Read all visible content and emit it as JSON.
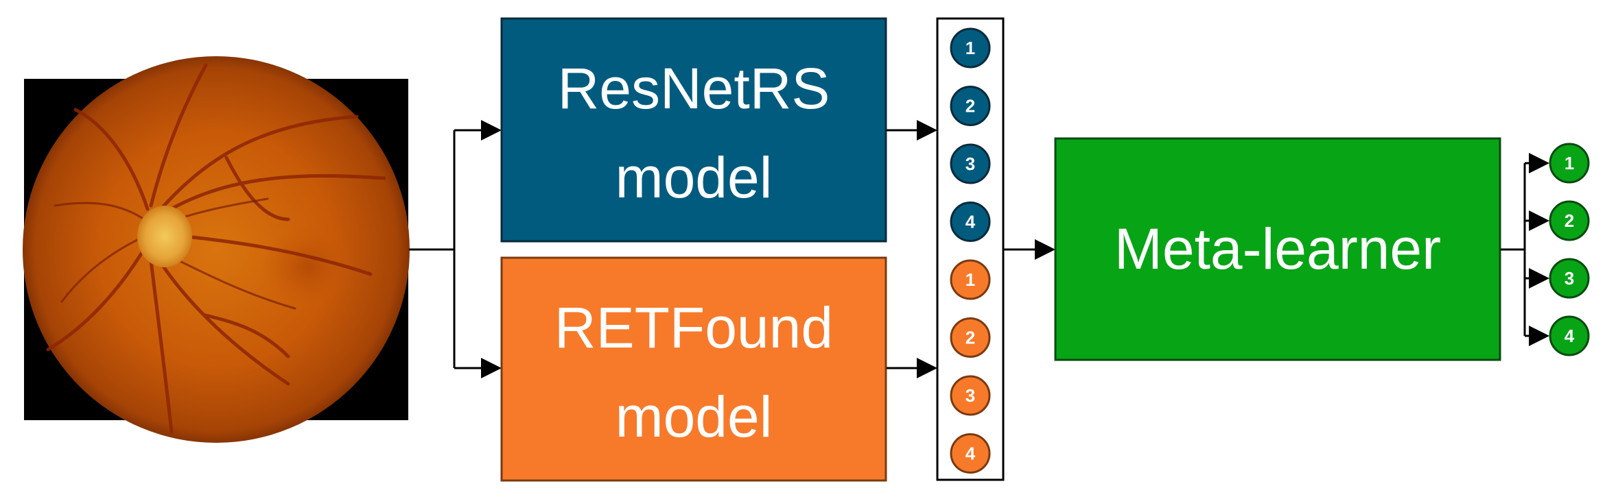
{
  "diagram": {
    "models": {
      "resnet": {
        "line1": "ResNetRS",
        "line2": "model",
        "color": "#005b7f"
      },
      "retfound": {
        "line1": "RETFound",
        "line2": "model",
        "color": "#f77a2a"
      }
    },
    "meta_learner": {
      "label": "Meta-learner",
      "color": "#07a416"
    },
    "feature_vector": {
      "resnet_outputs": [
        "1",
        "2",
        "3",
        "4"
      ],
      "retfound_outputs": [
        "1",
        "2",
        "3",
        "4"
      ]
    },
    "final_outputs": [
      "1",
      "2",
      "3",
      "4"
    ],
    "input_image": {
      "kind": "retinal-fundus-photo"
    }
  }
}
